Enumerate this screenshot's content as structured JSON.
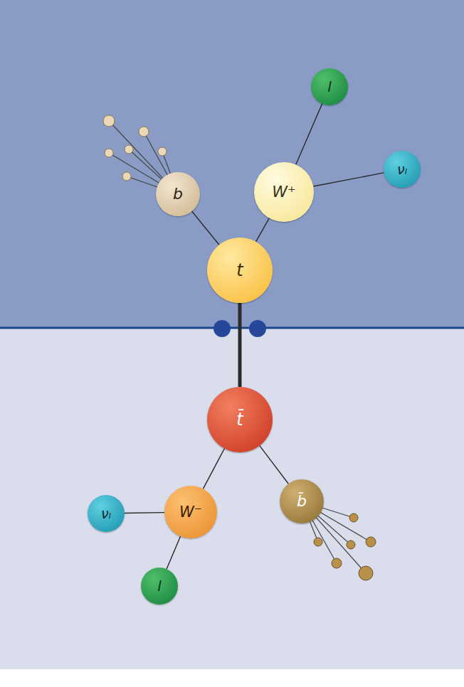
{
  "diagram": {
    "nodes": [
      {
        "text": [
          "l"
        ]
      },
      {
        "text": [
          "νₗ"
        ]
      },
      {
        "text": [
          "W⁺"
        ]
      },
      {
        "text": [
          "b"
        ]
      },
      {
        "text": [
          "t"
        ]
      },
      {
        "text": [
          "t̄"
        ]
      },
      {
        "text": [
          "b̄"
        ]
      },
      {
        "text": [
          "W⁻"
        ]
      },
      {
        "text": [
          "νₗ"
        ]
      },
      {
        "text": [
          "l"
        ]
      }
    ],
    "edges": [
      {
        "from": 4,
        "to": 3,
        "arrow": "none"
      },
      {
        "from": 4,
        "to": 2,
        "arrow": "none"
      },
      {
        "from": 2,
        "to": 0,
        "arrow": "none"
      },
      {
        "from": 2,
        "to": 1,
        "arrow": "none"
      },
      {
        "from": 4,
        "to": 5,
        "arrow": "none"
      },
      {
        "from": 5,
        "to": 7,
        "arrow": "none"
      },
      {
        "from": 5,
        "to": 6,
        "arrow": "none"
      },
      {
        "from": 7,
        "to": 8,
        "arrow": "none"
      },
      {
        "from": 7,
        "to": 9,
        "arrow": "none"
      }
    ]
  }
}
